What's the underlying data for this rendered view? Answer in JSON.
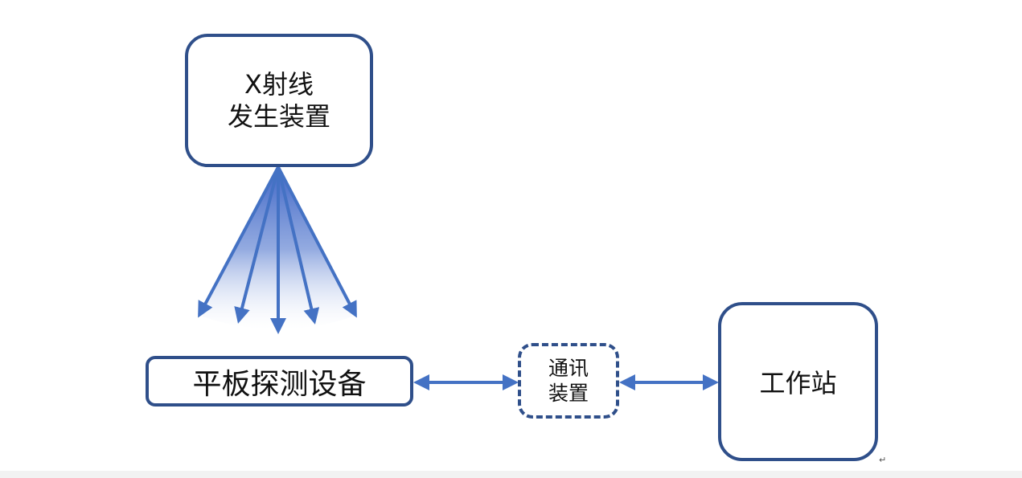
{
  "diagram": {
    "xray_generator": {
      "line1": "X射线",
      "line2": "发生装置"
    },
    "flat_panel_detector": {
      "label": "平板探测设备"
    },
    "communication_device": {
      "line1": "通讯",
      "line2": "装置"
    },
    "workstation": {
      "label": "工作站"
    }
  },
  "colors": {
    "box_border": "#2f4f8a",
    "arrow": "#4472c4",
    "beam_start": "#3f66c6",
    "beam_end": "#ffffff"
  },
  "editor": {
    "paragraph_mark": "↵"
  }
}
